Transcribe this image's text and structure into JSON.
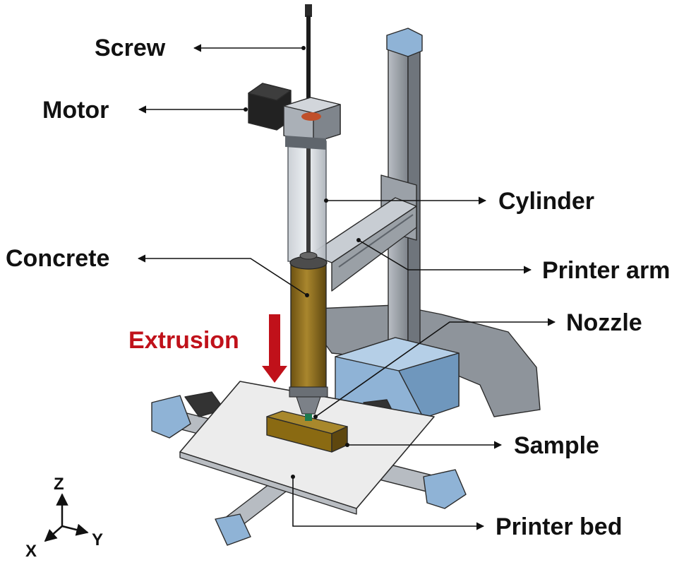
{
  "labels": {
    "screw": "Screw",
    "motor": "Motor",
    "cylinder": "Cylinder",
    "concrete": "Concrete",
    "printer_arm": "Printer arm",
    "nozzle": "Nozzle",
    "extrusion": "Extrusion",
    "sample": "Sample",
    "printer_bed": "Printer bed"
  },
  "axes": {
    "z": "Z",
    "y": "Y",
    "x": "X"
  },
  "colors": {
    "frame_grey": "#9aa0a7",
    "frame_dark": "#6c7178",
    "blue_part": "#8fb3d6",
    "concrete_brown": "#8c6a1c",
    "bed_white": "#ececec",
    "extrusion_red": "#c0111a",
    "motor_black": "#222222"
  }
}
